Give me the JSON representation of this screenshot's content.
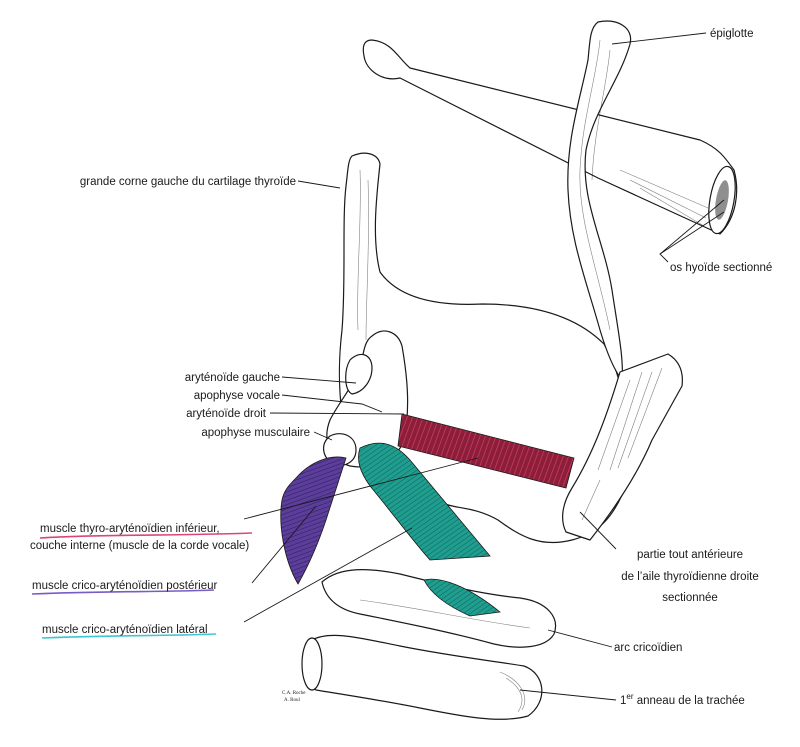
{
  "labels": {
    "epiglotte": "épiglotte",
    "grande_corne": "grande corne gauche du cartilage thyroïde",
    "os_hyoide": "os hyoïde sectionné",
    "arytenoide_gauche": "aryténoïde gauche",
    "apophyse_vocale": "apophyse vocale",
    "arytenoide_droit": "aryténoïde droit",
    "apophyse_musculaire": "apophyse musculaire",
    "thyro_line1": "muscle thyro-aryténoïdien inférieur,",
    "thyro_line2": "couche interne (muscle de la corde vocale)",
    "crico_posterieur": "muscle crico-aryténoïdien postérieur",
    "crico_lateral": "muscle crico-aryténoïdien latéral",
    "partie_line1": "partie tout antérieure",
    "partie_line2": "de l’aile thyroïdienne droite",
    "partie_line3": "sectionnée",
    "arc_cricoidien": "arc cricoïdien",
    "trachee_sup": "er",
    "trachee_pre": "1",
    "trachee_rest": " anneau de la trachée"
  },
  "signature": "C.A. Roche / A. Roul",
  "colors": {
    "thyro_arytenoid": "#8b1f3a",
    "crico_posterior": "#5b3d9a",
    "crico_lateral": "#1f9e8f",
    "underline_thyro": "#d9477a",
    "underline_posterior": "#7a5bc4",
    "underline_lateral": "#3fc7d0"
  }
}
